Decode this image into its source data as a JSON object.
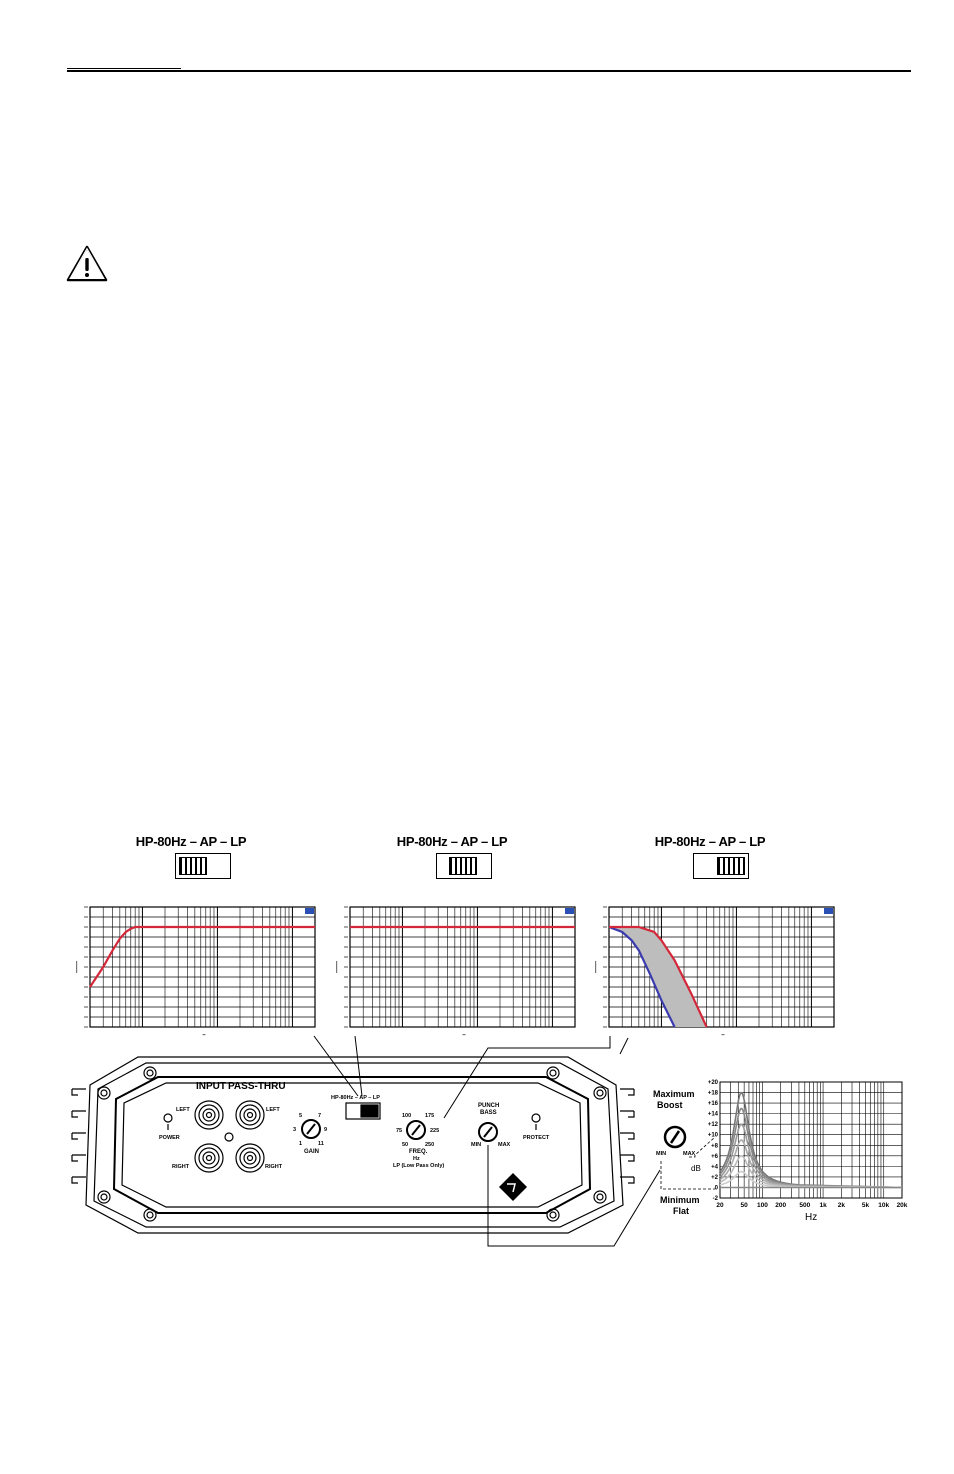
{
  "header": {
    "rule": ""
  },
  "warning": {
    "icon": "warning-triangle-icon"
  },
  "switches": [
    {
      "label": "HP-80Hz – AP – LP",
      "position": "HP"
    },
    {
      "label": "HP-80Hz – AP – LP",
      "position": "AP"
    },
    {
      "label": "HP-80Hz – AP – LP",
      "position": "LP"
    }
  ],
  "amp": {
    "input_label": "INPUT",
    "passthru_label": "PASS-THRU",
    "left_label": "LEFT",
    "right_label": "RIGHT",
    "left2_label": "LEFT",
    "right2_label": "RIGHT",
    "power_label": "POWER",
    "protect_label": "PROTECT",
    "gain_label": "GAIN",
    "gain_ticks": [
      "5",
      "7",
      "3",
      "9",
      "1",
      "11"
    ],
    "switch_label": "HP-80Hz – AP – LP",
    "freq_label": "FREQ.",
    "freq_unit": "Hz",
    "freq_note": "LP (Low Pass Only)",
    "freq_ticks": [
      "100",
      "175",
      "75",
      "225",
      "50",
      "250"
    ],
    "punch_label": "PUNCH",
    "bass_label": "BASS",
    "min_label": "MIN",
    "max_label": "MAX"
  },
  "punch_panel": {
    "maximum": "Maximum",
    "boost": "Boost",
    "minimum": "Minimum",
    "flat": "Flat",
    "knob_min": "MIN",
    "knob_max": "MAX",
    "db_label": "dB",
    "hz_label": "Hz"
  },
  "chart_data": [
    {
      "type": "line",
      "name": "HP",
      "x": [
        20,
        30,
        40,
        50,
        60,
        70,
        80,
        100,
        200,
        1000,
        20000
      ],
      "y": [
        -18,
        -12,
        -7,
        -3.5,
        -1.5,
        -0.5,
        0,
        0,
        0,
        0,
        0
      ]
    },
    {
      "type": "line",
      "name": "AP",
      "x": [
        20,
        20000
      ],
      "y": [
        0,
        0
      ]
    },
    {
      "type": "line",
      "name": "LP",
      "series": [
        {
          "x": [
            20,
            50,
            80,
            100,
            150,
            250,
            400
          ],
          "y": [
            0,
            0,
            -1.5,
            -4,
            -10,
            -20,
            -30
          ]
        },
        {
          "x": [
            20,
            30,
            40,
            50,
            70,
            100,
            150
          ],
          "y": [
            0,
            -1.5,
            -4,
            -7,
            -14,
            -22,
            -30
          ]
        }
      ]
    },
    {
      "type": "line",
      "name": "Punch Bass",
      "x_ticks": [
        "20",
        "50",
        "100",
        "200",
        "500",
        "1k",
        "2k",
        "5k",
        "10k",
        "20k"
      ],
      "y_ticks": [
        "+20",
        "+18",
        "+16",
        "+14",
        "+12",
        "+10",
        "+8",
        "+6",
        "+4",
        "+2",
        "0",
        "-2"
      ],
      "ylim": [
        -2,
        20
      ],
      "peak_hz": 45,
      "series_peaks_db": [
        18,
        15,
        12,
        9,
        6,
        3,
        0
      ]
    }
  ]
}
